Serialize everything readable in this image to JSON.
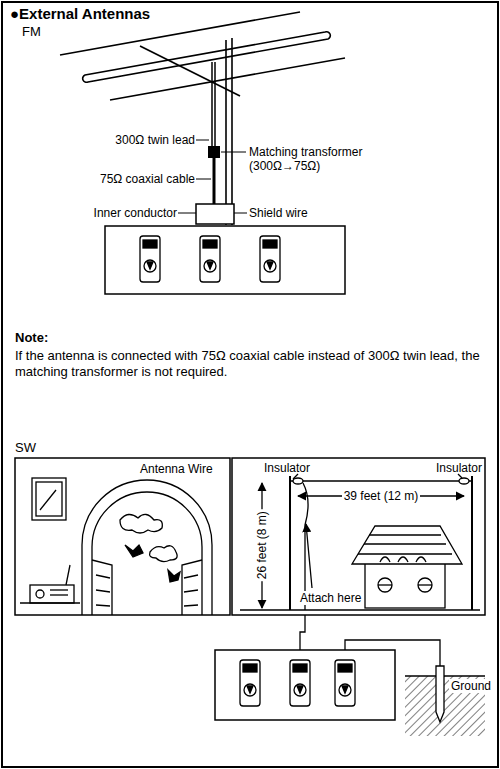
{
  "diagram": {
    "title": "●External Antennas",
    "labels": [
      "FM",
      "300Ω twin lead",
      "Matching transformer (300Ω→75Ω)",
      "75Ω coaxial cable",
      "Inner conductor",
      "Shield wire",
      "Note:",
      "If the antenna is connected with 75Ω coaxial cable instead of 300Ω twin lead, the matching transformer is not required.",
      "SW",
      "Antenna Wire",
      "Insulator",
      "Insulator",
      "39 feet (12 m)",
      "26 feet (8 m)",
      "Attach here",
      "Ground"
    ]
  }
}
